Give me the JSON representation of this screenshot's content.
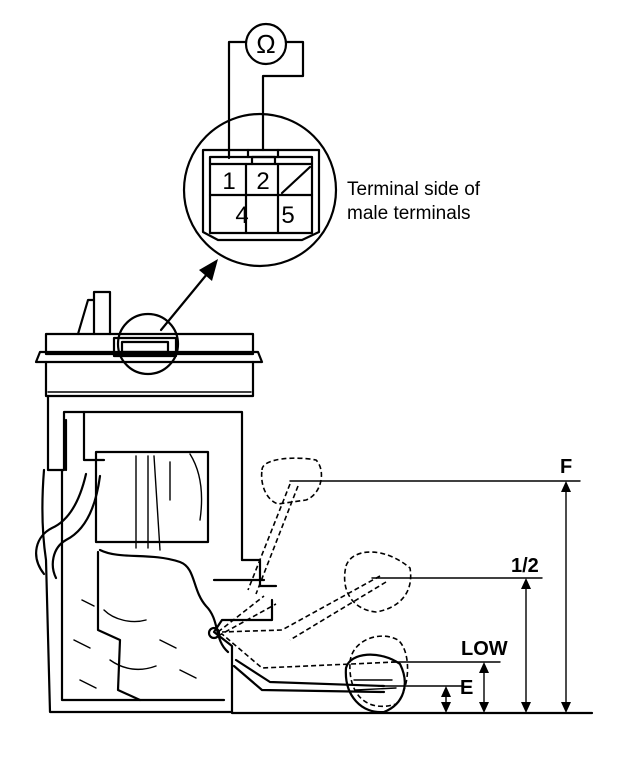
{
  "meter_symbol": "Ω",
  "connector_pins": [
    "1",
    "2",
    "4",
    "5"
  ],
  "caption_lines": [
    "Terminal side of",
    "male terminals"
  ],
  "levels": {
    "full": "F",
    "half": "1/2",
    "low": "LOW",
    "empty": "E"
  }
}
